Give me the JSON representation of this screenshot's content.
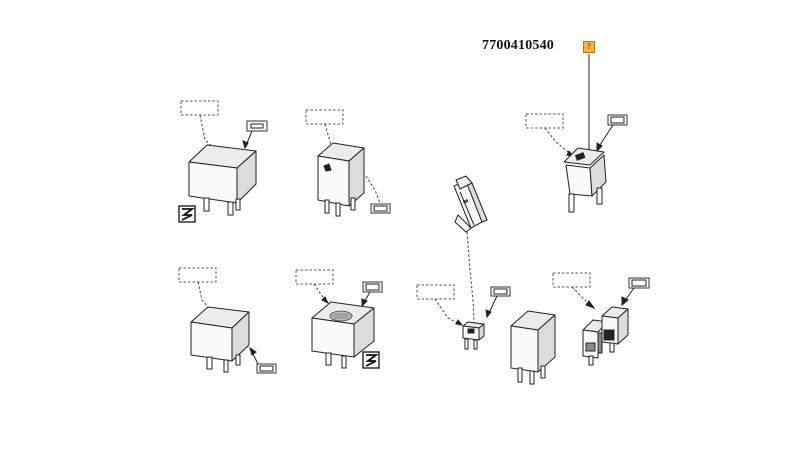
{
  "diagram": {
    "part_number": "7700410540",
    "marker_symbol": "?",
    "colors": {
      "marker_fill": "#f5b33a",
      "line": "#222222",
      "background": "#ffffff"
    },
    "components": [
      {
        "id": "relay-1",
        "kind": "relay",
        "icon": "ground-symbol-icon"
      },
      {
        "id": "relay-2",
        "kind": "relay"
      },
      {
        "id": "relay-3",
        "kind": "relay"
      },
      {
        "id": "relay-4",
        "kind": "relay-with-vent",
        "icon": "ground-symbol-icon"
      },
      {
        "id": "fuse-holder",
        "kind": "fuse-holder"
      },
      {
        "id": "mini-fuse",
        "kind": "mini-fuse"
      },
      {
        "id": "relay-5",
        "kind": "relay"
      },
      {
        "id": "dual-fuse",
        "kind": "dual-fuse"
      },
      {
        "id": "maxi-fuse",
        "kind": "maxi-fuse"
      }
    ]
  }
}
